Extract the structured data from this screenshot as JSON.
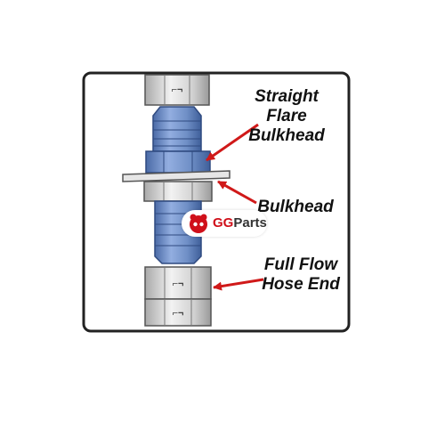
{
  "callouts": {
    "straight_flare_bulkhead": [
      "Straight",
      "Flare",
      "Bulkhead"
    ],
    "bulkhead": [
      "Bulkhead"
    ],
    "full_flow_hose_end": [
      "Full Flow",
      "Hose End"
    ]
  },
  "watermark": {
    "gg": "GG",
    "rest": "Parts"
  },
  "colors": {
    "fitting_blue": "#6f8fc6",
    "fitting_blue_dark": "#3f5f9a",
    "fitting_gray": "#d8d8d8",
    "arrow_red": "#d01919",
    "frame": "#222222"
  }
}
